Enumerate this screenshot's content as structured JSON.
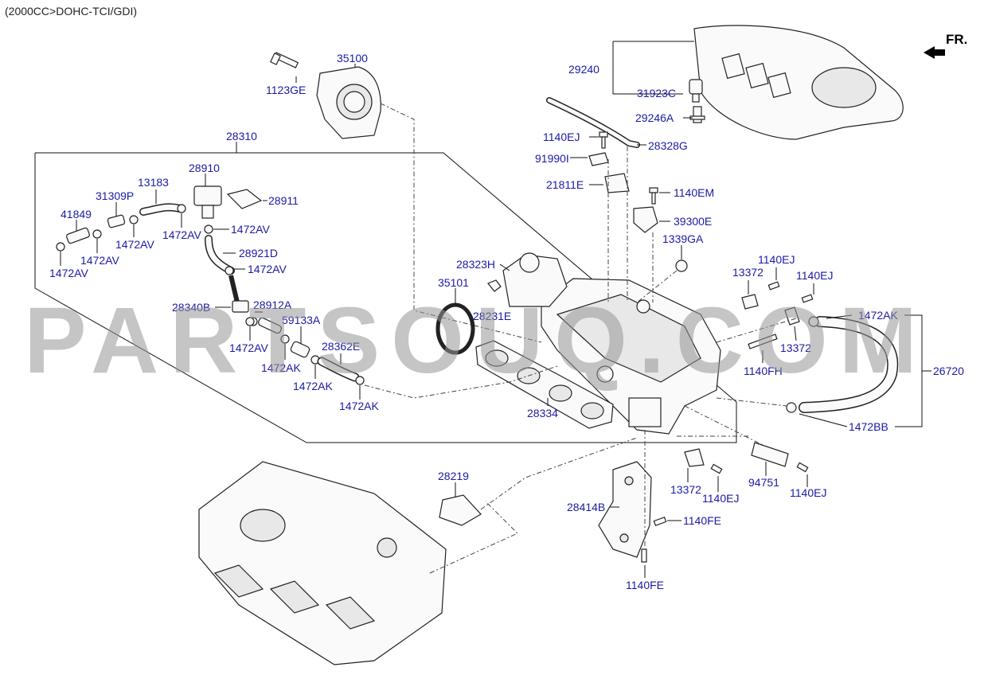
{
  "header": {
    "title": "(2000CC>DOHC-TCI/GDI)"
  },
  "orientation": {
    "label": "FR."
  },
  "watermark": {
    "text": "PARTSOUQ.COM"
  },
  "parts": [
    {
      "id": "p35100",
      "label": "35100"
    },
    {
      "id": "p1123GE",
      "label": "1123GE"
    },
    {
      "id": "p28310",
      "label": "28310"
    },
    {
      "id": "p28910",
      "label": "28910"
    },
    {
      "id": "p28911",
      "label": "28911"
    },
    {
      "id": "p13183",
      "label": "13183"
    },
    {
      "id": "p31309P",
      "label": "31309P"
    },
    {
      "id": "p41849",
      "label": "41849"
    },
    {
      "id": "p1472AV_a",
      "label": "1472AV"
    },
    {
      "id": "p1472AV_b",
      "label": "1472AV"
    },
    {
      "id": "p1472AV_c",
      "label": "1472AV"
    },
    {
      "id": "p1472AV_d",
      "label": "1472AV"
    },
    {
      "id": "p1472AV_e",
      "label": "1472AV"
    },
    {
      "id": "p1472AV_f",
      "label": "1472AV"
    },
    {
      "id": "p1472AV_g",
      "label": "1472AV"
    },
    {
      "id": "p28921D",
      "label": "28921D"
    },
    {
      "id": "p28340B",
      "label": "28340B"
    },
    {
      "id": "p28912A",
      "label": "28912A"
    },
    {
      "id": "p59133A",
      "label": "59133A"
    },
    {
      "id": "p1472AK_a",
      "label": "1472AK"
    },
    {
      "id": "p28362E",
      "label": "28362E"
    },
    {
      "id": "p1472AK_b",
      "label": "1472AK"
    },
    {
      "id": "p1472AK_c",
      "label": "1472AK"
    },
    {
      "id": "p28323H",
      "label": "28323H"
    },
    {
      "id": "p35101",
      "label": "35101"
    },
    {
      "id": "p28231E",
      "label": "28231E"
    },
    {
      "id": "p28334",
      "label": "28334"
    },
    {
      "id": "p28219",
      "label": "28219"
    },
    {
      "id": "p29240",
      "label": "29240"
    },
    {
      "id": "p31923C",
      "label": "31923C"
    },
    {
      "id": "p29246A",
      "label": "29246A"
    },
    {
      "id": "p1140EJ_a",
      "label": "1140EJ"
    },
    {
      "id": "p28328G",
      "label": "28328G"
    },
    {
      "id": "p91990I",
      "label": "91990I"
    },
    {
      "id": "p21811E",
      "label": "21811E"
    },
    {
      "id": "p1140EM",
      "label": "1140EM"
    },
    {
      "id": "p39300E",
      "label": "39300E"
    },
    {
      "id": "p1339GA",
      "label": "1339GA"
    },
    {
      "id": "p13372_a",
      "label": "13372"
    },
    {
      "id": "p1140EJ_b",
      "label": "1140EJ"
    },
    {
      "id": "p1140EJ_c",
      "label": "1140EJ"
    },
    {
      "id": "p1472AK_d",
      "label": "1472AK"
    },
    {
      "id": "p13372_b",
      "label": "13372"
    },
    {
      "id": "p1140FH",
      "label": "1140FH"
    },
    {
      "id": "p26720",
      "label": "26720"
    },
    {
      "id": "p1472BB",
      "label": "1472BB"
    },
    {
      "id": "p13372_c",
      "label": "13372"
    },
    {
      "id": "p1140EJ_d",
      "label": "1140EJ"
    },
    {
      "id": "p94751",
      "label": "94751"
    },
    {
      "id": "p1140EJ_e",
      "label": "1140EJ"
    },
    {
      "id": "p28414B",
      "label": "28414B"
    },
    {
      "id": "p1140FE_a",
      "label": "1140FE"
    },
    {
      "id": "p1140FE_b",
      "label": "1140FE"
    }
  ]
}
